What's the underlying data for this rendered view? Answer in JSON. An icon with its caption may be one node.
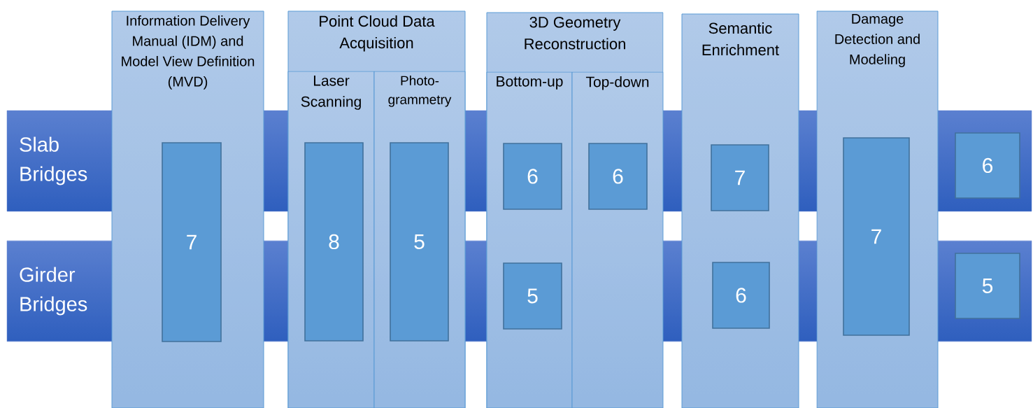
{
  "diagram": {
    "nodes": [
      {
        "text": [
          "Slab Bridges"
        ]
      },
      {
        "text": [
          "Girder Bridges"
        ]
      },
      {
        "text": [
          "Information Delivery Manual (IDM) and Model View Definition (MVD)"
        ]
      },
      {
        "text": [
          "7"
        ],
        "in": 2
      },
      {
        "text": [
          "Point Cloud Data Acquisition"
        ]
      },
      {
        "text": [
          "Laser Scanning"
        ],
        "in": 4
      },
      {
        "text": [
          "8"
        ],
        "in": 5
      },
      {
        "text": [
          "Photo-grammetry"
        ],
        "in": 4
      },
      {
        "text": [
          "5"
        ],
        "in": 7
      },
      {
        "text": [
          "3D Geometry Reconstruction"
        ]
      },
      {
        "text": [
          "Bottom-up"
        ],
        "in": 9
      },
      {
        "text": [
          "6"
        ]
      },
      {
        "text": [
          "5"
        ]
      },
      {
        "text": [
          "Top-down"
        ],
        "in": 9
      },
      {
        "text": [
          "6"
        ]
      },
      {
        "text": [
          "Semantic Enrichment"
        ]
      },
      {
        "text": [
          "7"
        ]
      },
      {
        "text": [
          "6"
        ]
      },
      {
        "text": [
          "Damage Detection and Modeling"
        ]
      },
      {
        "text": [
          "7"
        ],
        "in": 18
      },
      {
        "text": [
          "6"
        ],
        "in": 0
      },
      {
        "text": [
          "5"
        ],
        "in": 1
      }
    ]
  }
}
